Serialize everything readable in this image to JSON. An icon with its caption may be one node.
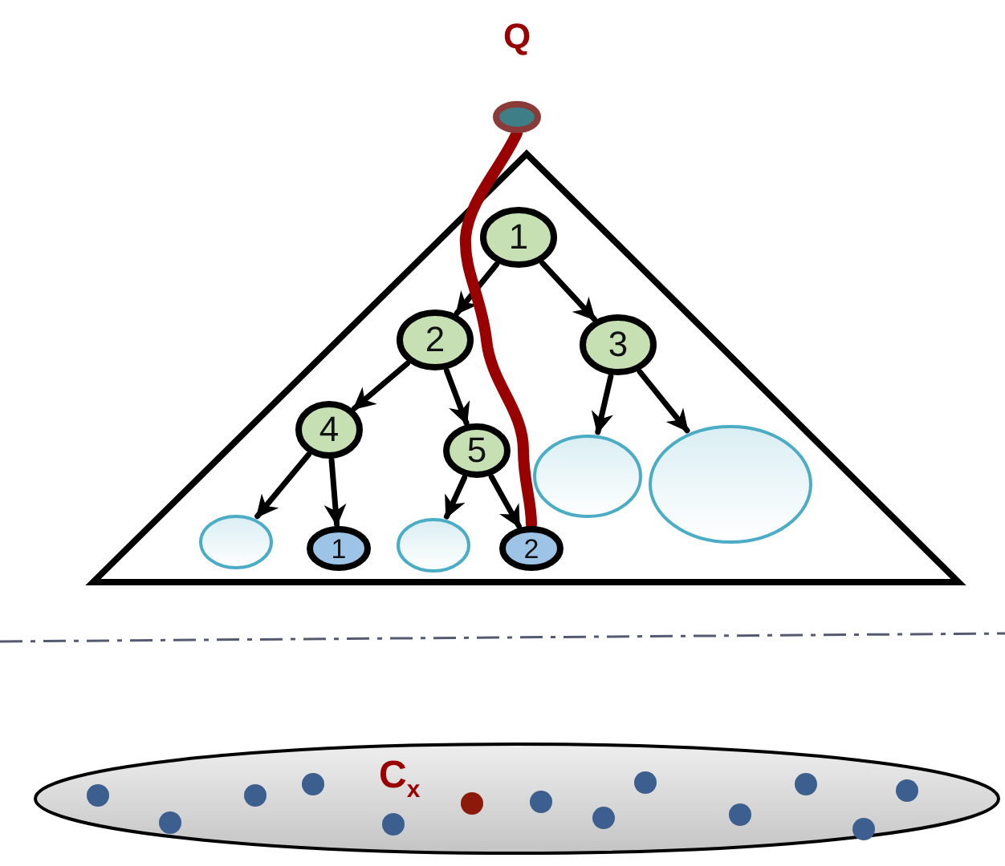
{
  "diagram": {
    "nodes": [
      {
        "text": [
          "Q"
        ]
      },
      {
        "text": [],
        "shape": "triangle"
      },
      {
        "text": [
          "1"
        ],
        "in": 1
      },
      {
        "text": [
          "2"
        ],
        "in": 1
      },
      {
        "text": [
          "3"
        ],
        "in": 1
      },
      {
        "text": [
          "4"
        ],
        "in": 1
      },
      {
        "text": [
          "5"
        ],
        "in": 1
      },
      {
        "text": [],
        "shape": "circle",
        "in": 1
      },
      {
        "text": [
          "1"
        ],
        "in": 1
      },
      {
        "text": [],
        "shape": "circle",
        "in": 1
      },
      {
        "text": [
          "2"
        ],
        "in": 1
      },
      {
        "text": [],
        "shape": "circle",
        "in": 1
      },
      {
        "text": [],
        "shape": "circle",
        "in": 1
      },
      {
        "text": [
          "C$_{x}$"
        ]
      }
    ],
    "edges": [
      {
        "from": 2,
        "to": 3,
        "arrow": "to"
      },
      {
        "from": 2,
        "to": 4,
        "arrow": "to"
      },
      {
        "from": 3,
        "to": 5,
        "arrow": "to"
      },
      {
        "from": 3,
        "to": 6,
        "arrow": "to"
      },
      {
        "from": 5,
        "to": 7,
        "arrow": "to"
      },
      {
        "from": 5,
        "to": 8,
        "arrow": "to"
      },
      {
        "from": 6,
        "to": 9,
        "arrow": "to"
      },
      {
        "from": 6,
        "to": 10,
        "arrow": "to"
      },
      {
        "from": 4,
        "to": 11,
        "arrow": "to"
      },
      {
        "from": 4,
        "to": 12,
        "arrow": "to"
      },
      {
        "from": 0,
        "to": 10,
        "arrow": "none",
        "style": "thick",
        "color": "#990000"
      }
    ]
  }
}
